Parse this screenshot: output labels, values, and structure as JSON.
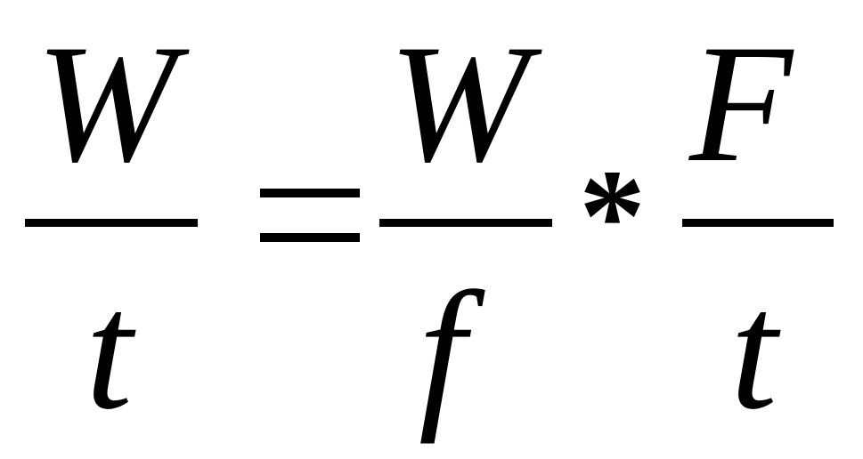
{
  "formula": {
    "lhs": {
      "numerator": "W",
      "denominator": "t"
    },
    "relation": "=",
    "rhs": {
      "term1": {
        "numerator": "W",
        "denominator": "f"
      },
      "operator": "*",
      "term2": {
        "numerator": "F",
        "denominator": "t"
      }
    }
  }
}
